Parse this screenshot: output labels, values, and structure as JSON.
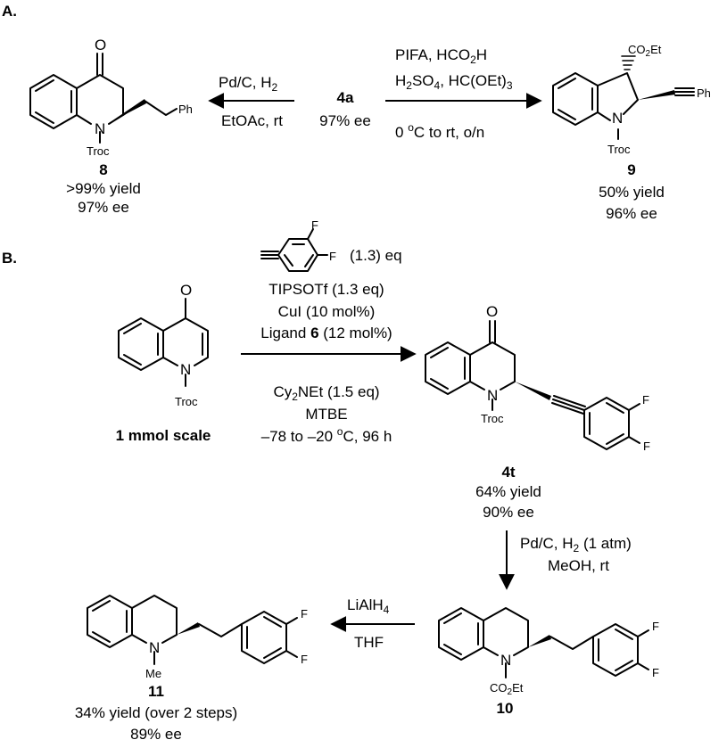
{
  "sections": {
    "a_label": "A.",
    "b_label": "B."
  },
  "atoms": {
    "O": "O",
    "N": "N",
    "F": "F",
    "Ph": "Ph",
    "Troc": "Troc",
    "CO2Et_prefix": "CO",
    "CO2Et_sub": "2",
    "CO2Et_suffix": "Et",
    "Me": "Me"
  },
  "center_compound": {
    "id": "4a",
    "ee": "97% ee"
  },
  "arrow_left_a": {
    "line1_pre": "Pd/C, H",
    "line1_sub": "2",
    "line2": "EtOAc, rt"
  },
  "arrow_right_a": {
    "line1_pre": "PIFA, HCO",
    "line1_sub": "2",
    "line1_post": "H",
    "line2_a": "H",
    "line2_sub1": "2",
    "line2_b": "SO",
    "line2_sub2": "4",
    "line2_c": ", HC(OEt)",
    "line2_sub3": "3",
    "line3_pre": "0 ",
    "line3_sup": "o",
    "line3_post": "C to rt, o/n"
  },
  "compound_8": {
    "id": "8",
    "yield": ">99% yield",
    "ee": "97% ee"
  },
  "compound_9": {
    "id": "9",
    "yield": "50% yield",
    "ee": "96% ee"
  },
  "scheme_b": {
    "alkyne_eq": "(1.3) eq",
    "reagent1": "TIPSOTf (1.3 eq)",
    "reagent2": "CuI (10 mol%)",
    "reagent3_pre": "Ligand ",
    "reagent3_bold": "6",
    "reagent3_post": " (12 mol%)",
    "base_pre": "Cy",
    "base_sub": "2",
    "base_post": "NEt (1.5 eq)",
    "solvent": "MTBE",
    "temp_pre": "–78 to –20 ",
    "temp_sup": "o",
    "temp_post": "C, 96 h",
    "scale": "1 mmol scale"
  },
  "compound_4t": {
    "id": "4t",
    "yield": "64% yield",
    "ee": "90% ee"
  },
  "arrow_down": {
    "line1_pre": "Pd/C, H",
    "line1_sub": "2",
    "line1_post": " (1 atm)",
    "line2": "MeOH, rt"
  },
  "compound_10": {
    "id": "10"
  },
  "arrow_left_b": {
    "line1_pre": "LiAlH",
    "line1_sub": "4",
    "line2": "THF"
  },
  "compound_11": {
    "id": "11",
    "yield": "34% yield (over 2 steps)",
    "ee": "89% ee"
  }
}
